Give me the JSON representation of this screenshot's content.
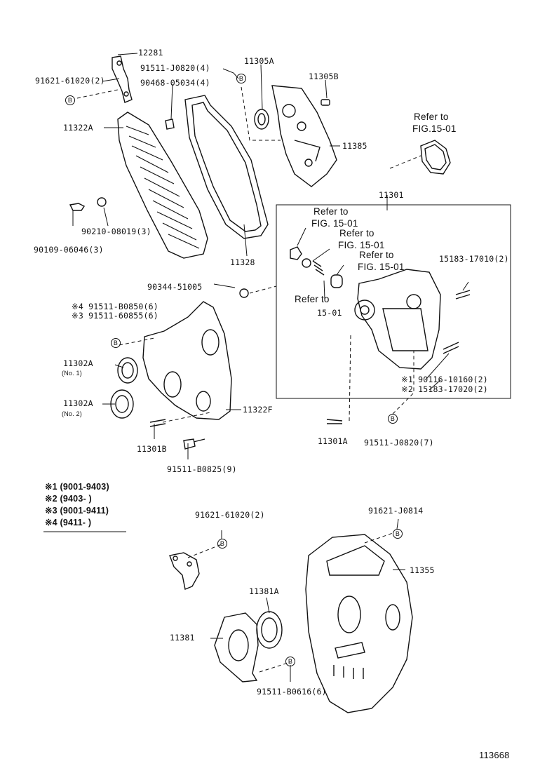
{
  "labels": {
    "p12281": "12281",
    "p91621_61020_a": "91621-61020(2)",
    "p91511_j0820_4": "91511-J0820(4)",
    "p90468_05034": "90468-05034(4)",
    "p11305a": "11305A",
    "p11305b": "11305B",
    "p11322a": "11322A",
    "p11385": "11385",
    "refer_fig_a": "Refer to",
    "refer_fig_a2": "FIG.15-01",
    "p11301": "11301",
    "p90210_08019": "90210-08019(3)",
    "p90109_06046": "90109-06046(3)",
    "refer_b1": "Refer to",
    "refer_b2": "FIG. 15-01",
    "refer_c1": "Refer to",
    "refer_c2": "FIG. 15-01",
    "refer_d1": "Refer to",
    "refer_d2": "FIG. 15-01",
    "refer_e1": "Refer to",
    "refer_e2": "15-01",
    "p11328": "11328",
    "p15183_17010": "15183-17010(2)",
    "p90344_51005": "90344-51005",
    "p91511_b0850": "※4 91511-B0850(6)",
    "p91511_60855": "※3 91511-60855(6)",
    "p11302a_1": "11302A",
    "p11302a_1_sub": "(No. 1)",
    "p11302a_2": "11302A",
    "p11302a_2_sub": "(No. 2)",
    "p11322f": "11322F",
    "p11301b": "11301B",
    "p91511_b0825": "91511-B0825(9)",
    "p90116_10160": "※1 90116-10160(2)",
    "p15183_17020": "※2 15183-17020(2)",
    "p11301a": "11301A",
    "p91511_j0820_7": "91511-J0820(7)",
    "p91621_61020_b": "91621-61020(2)",
    "p91621_j0814": "91621-J0814",
    "p11355": "11355",
    "p11381a": "11381A",
    "p11381": "11381",
    "p91511_b0616": "91511-B0616(6)",
    "fig_number": "113668"
  },
  "legend": [
    "※1 (9001-9403)",
    "※2 (9403-     )",
    "※3 (9001-9411)",
    "※4 (9411-     )"
  ],
  "bolt_marker_letter": "B"
}
